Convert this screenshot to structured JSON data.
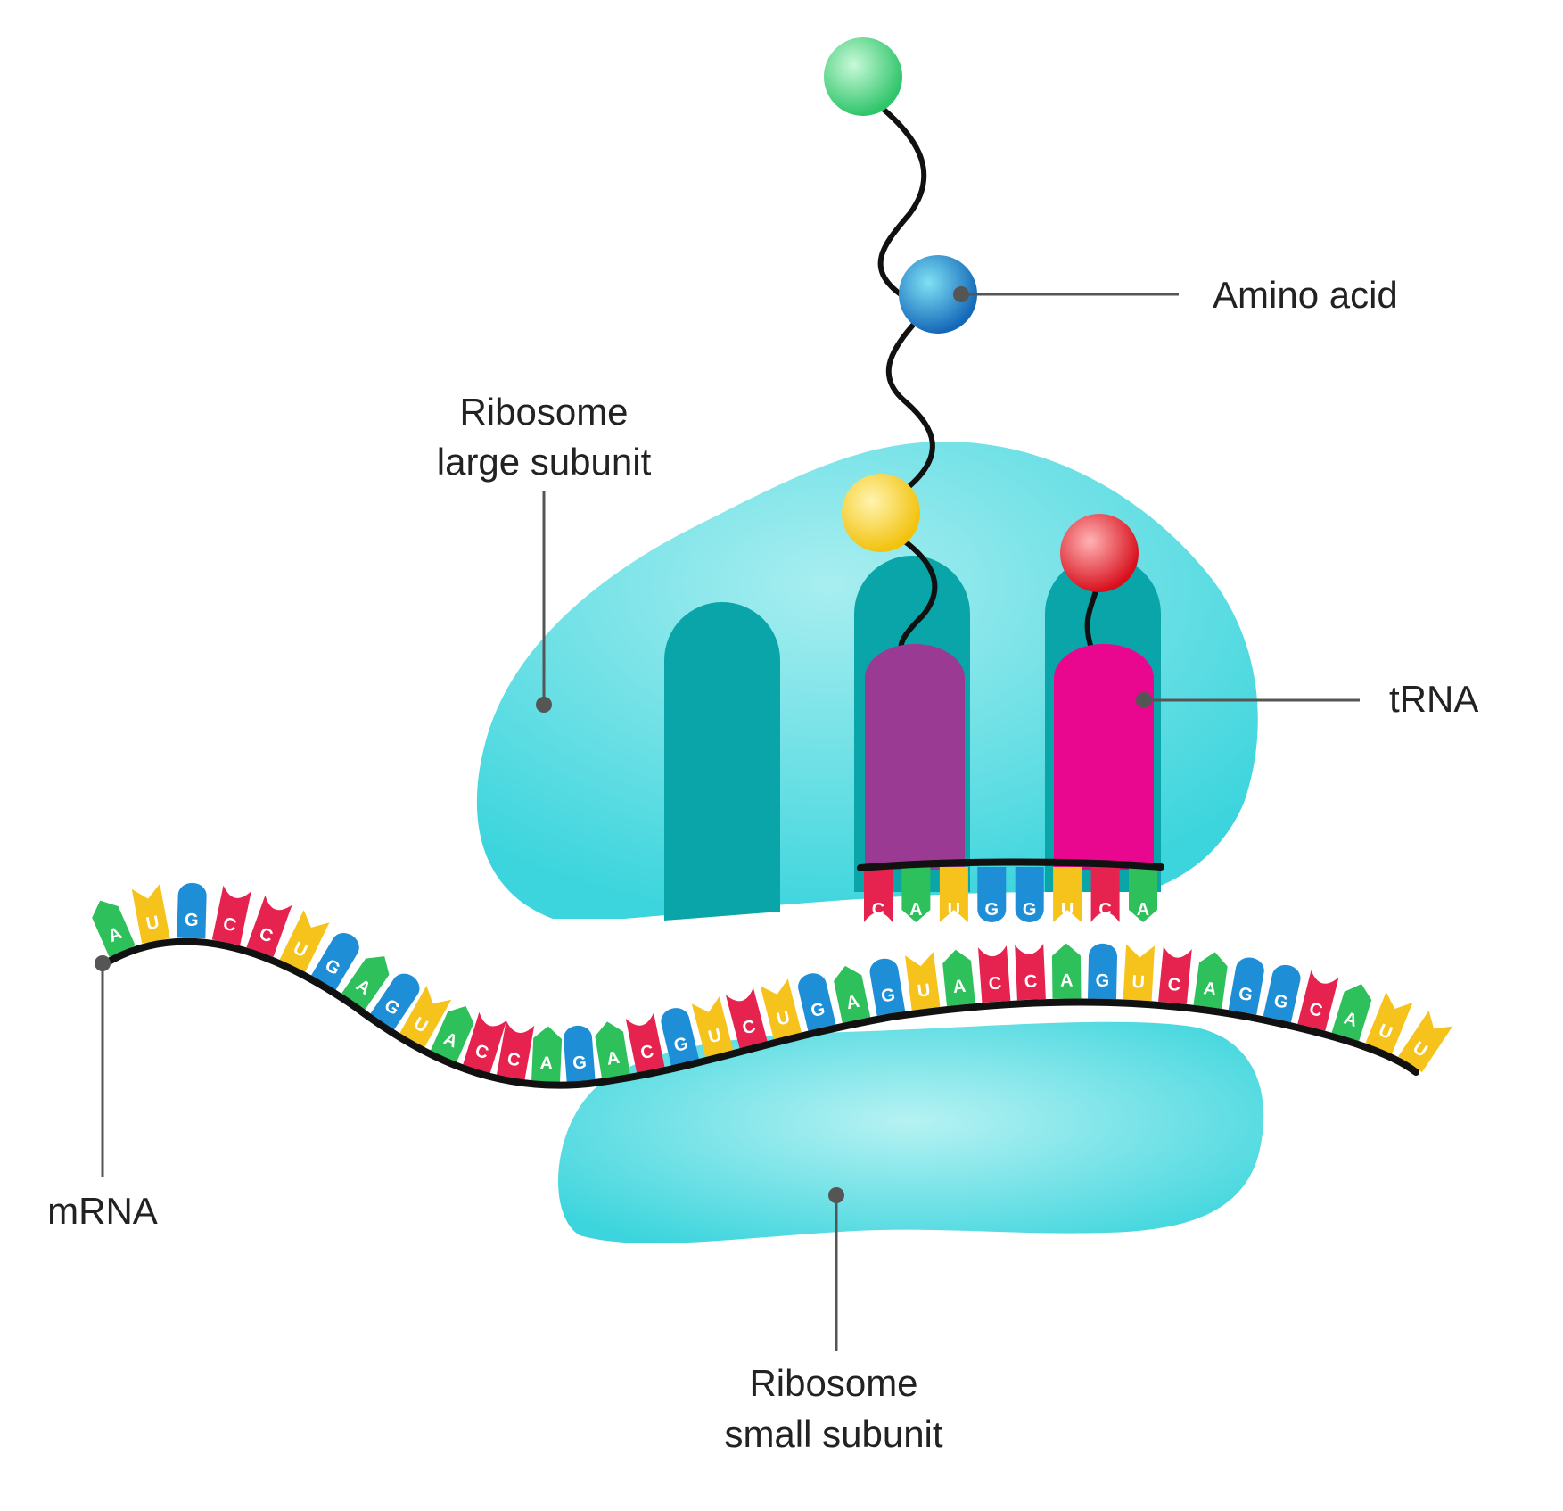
{
  "labels": {
    "amino_acid": "Amino acid",
    "large_subunit_line1": "Ribosome",
    "large_subunit_line2": "large subunit",
    "trna": "tRNA",
    "mrna": "mRNA",
    "small_subunit_line1": "Ribosome",
    "small_subunit_line2": "small subunit"
  },
  "mrna_sequence": [
    "A",
    "U",
    "G",
    "C",
    "C",
    "U",
    "G",
    "A",
    "G",
    "U",
    "A",
    "C",
    "C",
    "A",
    "G",
    "A",
    "C",
    "G",
    "U",
    "C",
    "U",
    "G",
    "A",
    "G",
    "U",
    "A",
    "C",
    "C",
    "A",
    "G",
    "U",
    "C",
    "A",
    "G",
    "G",
    "C",
    "A",
    "U",
    "U"
  ],
  "anticodon_sequence": [
    "C",
    "A",
    "U",
    "G",
    "G",
    "U",
    "C",
    "A"
  ],
  "colors": {
    "ribosome": "#3dd5dd",
    "ribosome_highlight": "#a8eef0",
    "ribosome_pocket": "#0aa5a8",
    "trna_purple": "#9b3a92",
    "trna_magenta": "#e8078e",
    "base_A": "#2ec05a",
    "base_U": "#f6c21c",
    "base_G": "#1e8fd6",
    "base_C": "#e6234f",
    "amino_green": "#3fd57a",
    "amino_blue": "#1f8fd6",
    "amino_yellow": "#f5d21e",
    "amino_red": "#e8202e",
    "backbone": "#111111",
    "leader": "#555555"
  }
}
